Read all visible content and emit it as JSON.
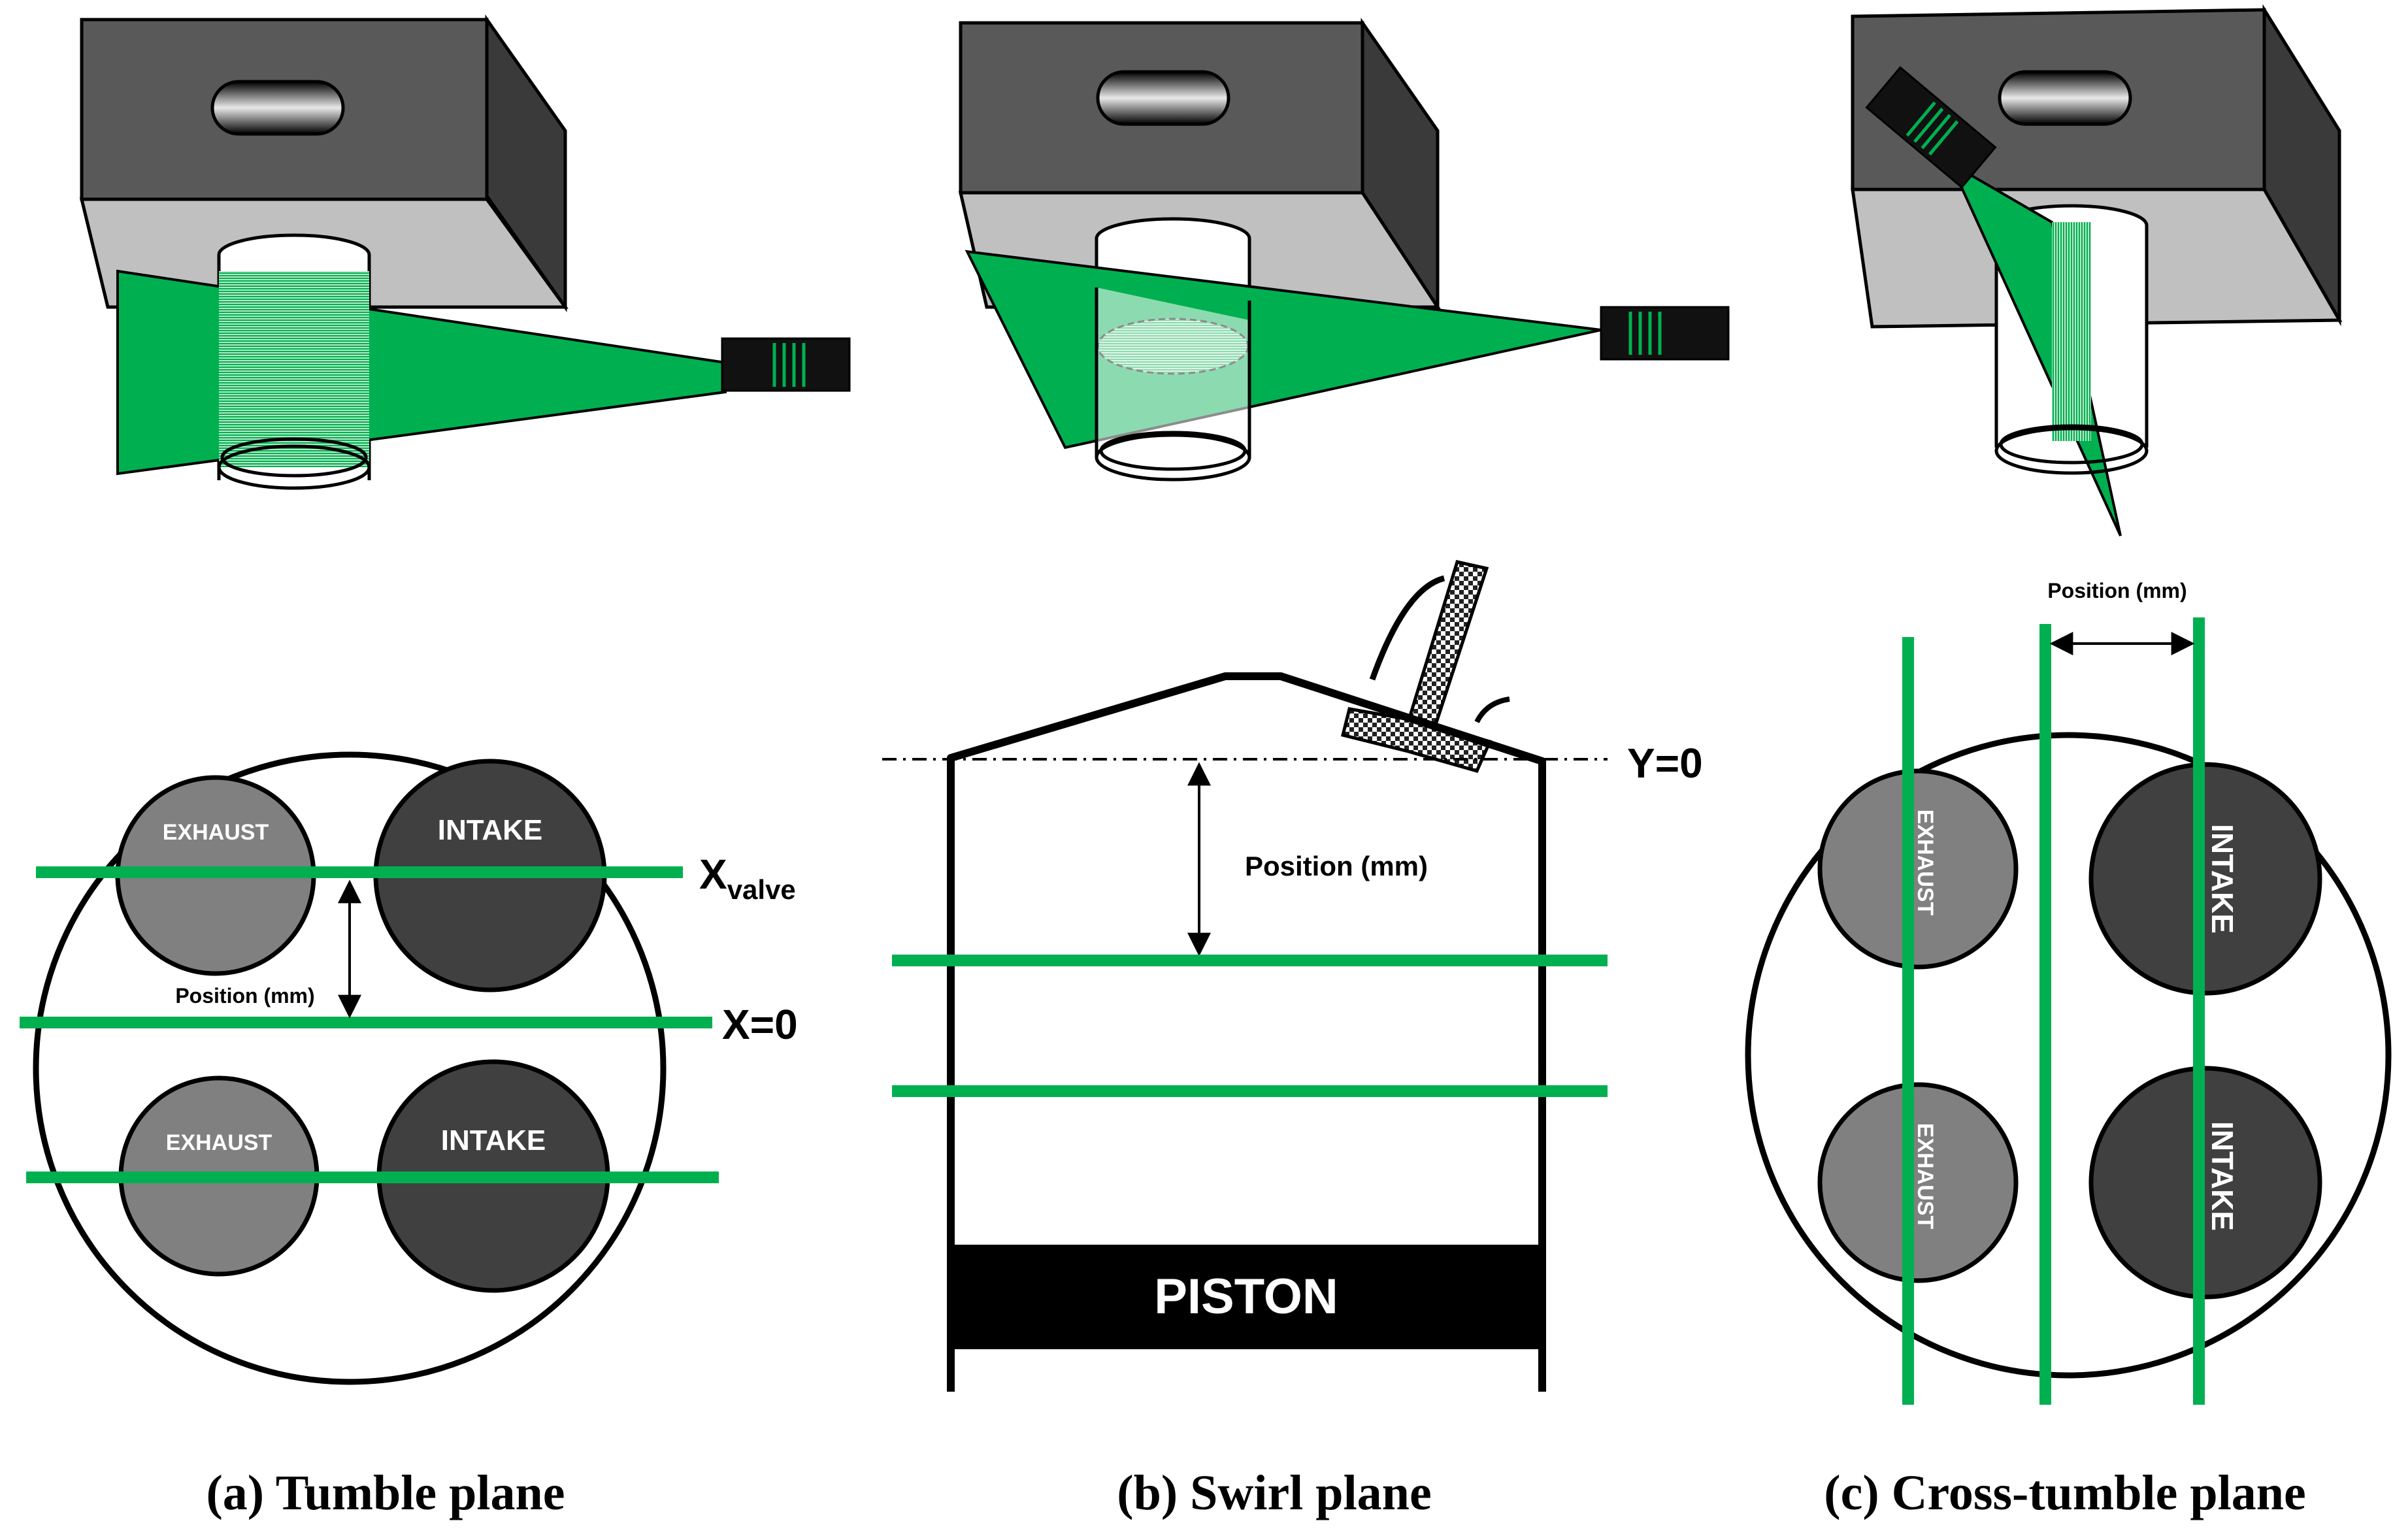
{
  "colors": {
    "laser_green": "#00b050",
    "block_dark": "#595959",
    "block_light": "#c0c0c0",
    "exhaust": "#808080",
    "intake": "#404040",
    "outline": "#000000"
  },
  "panels": {
    "tumble": {
      "caption": "(a) Tumble plane",
      "valves": [
        "EXHAUST",
        "INTAKE",
        "EXHAUST",
        "INTAKE"
      ],
      "label_xvalve_main": "X",
      "label_xvalve_sub": "valve",
      "label_x0": "X=0",
      "position_label": "Position (mm)"
    },
    "swirl": {
      "caption": "(b) Swirl plane",
      "label_y0": "Y=0",
      "position_label": "Position (mm)",
      "piston_label": "PISTON"
    },
    "cross": {
      "caption": "(c) Cross-tumble plane",
      "valves": [
        "EXHAUST",
        "INTAKE",
        "EXHAUST",
        "INTAKE"
      ],
      "position_label": "Position (mm)"
    }
  }
}
